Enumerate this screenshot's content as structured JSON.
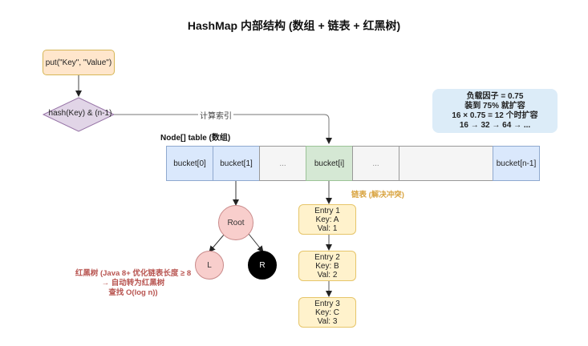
{
  "title": "HashMap 内部结构 (数组 + 链表 + 红黑树)",
  "put_node": {
    "label": "put(\"Key\", \"Value\")"
  },
  "hash_node": {
    "label": "hash(Key) & (n-1)"
  },
  "edge_label_compute_index": "计算索引",
  "info_box": {
    "lines": [
      "负载因子 = 0.75",
      "装到 75% 就扩容",
      "16 × 0.75 = 12 个时扩容",
      "16 → 32 → 64 → ..."
    ]
  },
  "table": {
    "label": "Node[] table (数组)",
    "cells": [
      {
        "label": "bucket[0]",
        "style": "blue"
      },
      {
        "label": "bucket[1]",
        "style": "blue"
      },
      {
        "label": "...",
        "style": "gray"
      },
      {
        "label": "bucket[i]",
        "style": "green"
      },
      {
        "label": "...",
        "style": "gray"
      },
      {
        "label": "",
        "style": "gray"
      },
      {
        "label": "bucket[n-1]",
        "style": "blue"
      }
    ]
  },
  "linked_list": {
    "label": "链表 (解决冲突)",
    "entries": [
      {
        "lines": [
          "Entry 1",
          "Key: A",
          "Val: 1"
        ]
      },
      {
        "lines": [
          "Entry 2",
          "Key: B",
          "Val: 2"
        ]
      },
      {
        "lines": [
          "Entry 3",
          "Key: C",
          "Val: 3"
        ]
      }
    ]
  },
  "tree": {
    "root": "Root",
    "left": "L",
    "right": "R",
    "label_lines": [
      "红黑树 (Java 8+ 优化链表长度 ≥ 8",
      "→ 自动转为红黑树",
      "查找 O(log n))"
    ]
  },
  "colors": {
    "put_fill": "#ffe6cc",
    "hash_fill": "#e1d5e7",
    "bucket_blue": "#dae8fc",
    "bucket_green": "#d5e8d4",
    "bucket_gray": "#f5f5f5",
    "entry_fill": "#fff2cc",
    "node_red": "#f8cecc",
    "node_black": "#000000",
    "info_fill": "#dcecf8",
    "tree_label": "#b85450",
    "list_label": "#d9a441"
  }
}
